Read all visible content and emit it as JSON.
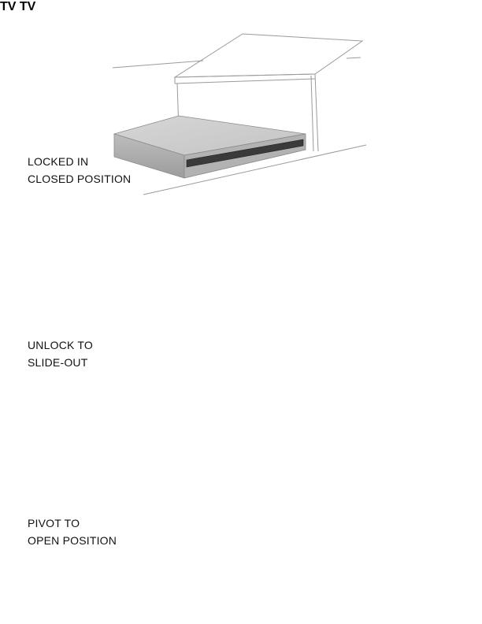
{
  "steps": [
    {
      "line1": "LOCKED IN",
      "line2": "CLOSED POSITION"
    },
    {
      "line1": "UNLOCK TO",
      "line2": "SLIDE-OUT",
      "tv_label": "TV"
    },
    {
      "line1": "PIVOT TO",
      "line2": "OPEN POSITION",
      "tv_label": "TV"
    }
  ],
  "colors": {
    "outline": "#9a9a9a",
    "arrow": "#e0302a",
    "tv_dark": "#2a2a2a",
    "tv_light": "#f2f2f2"
  }
}
